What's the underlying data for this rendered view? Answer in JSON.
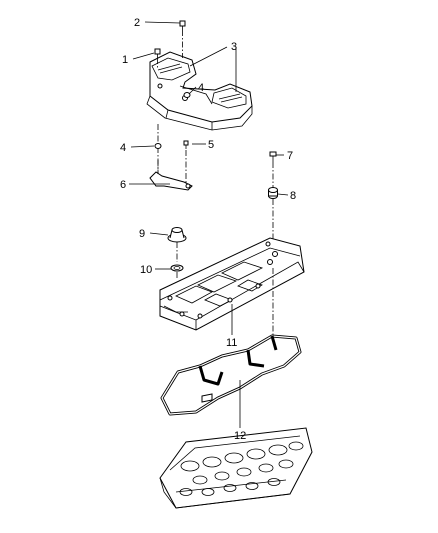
{
  "callouts": [
    {
      "id": "c1",
      "text": "1"
    },
    {
      "id": "c2",
      "text": "2"
    },
    {
      "id": "c3",
      "text": "3"
    },
    {
      "id": "c4a",
      "text": "4"
    },
    {
      "id": "c4b",
      "text": "4"
    },
    {
      "id": "c5",
      "text": "5"
    },
    {
      "id": "c6",
      "text": "6"
    },
    {
      "id": "c7",
      "text": "7"
    },
    {
      "id": "c8",
      "text": "8"
    },
    {
      "id": "c9",
      "text": "9"
    },
    {
      "id": "c10",
      "text": "10"
    },
    {
      "id": "c11",
      "text": "11"
    },
    {
      "id": "c12",
      "text": "12"
    }
  ]
}
